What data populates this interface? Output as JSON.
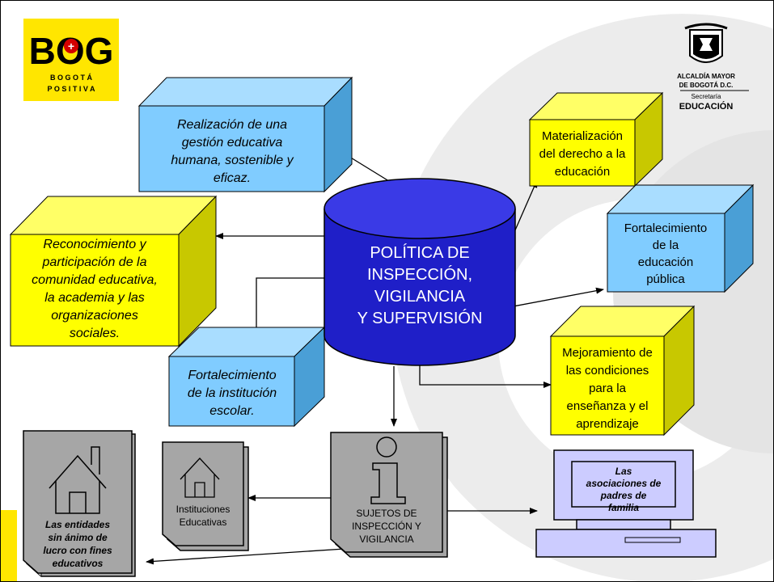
{
  "logo": {
    "mark": "BOG",
    "line1": "B O G O T Á",
    "line2": "P O S I T I V A"
  },
  "institution": {
    "name_line1": "ALCALDÍA MAYOR",
    "name_line2": "DE BOGOTÁ D.C.",
    "secretaria": "Secretaría",
    "educacion": "EDUCACIÓN"
  },
  "center": {
    "lines": [
      "POLÍTICA DE",
      "INSPECCIÓN,",
      "VIGILANCIA",
      "Y SUPERVISIÓN"
    ]
  },
  "boxes": {
    "gestion": [
      "Realización de una",
      "gestión educativa",
      "humana, sostenible y",
      "eficaz."
    ],
    "reconocimiento": [
      "Reconocimiento y",
      "participación de la",
      "comunidad educativa,",
      "la academia y las",
      "organizaciones",
      "sociales."
    ],
    "fortalecimiento_institucion": [
      "Fortalecimiento",
      "de la institución",
      "escolar."
    ],
    "materializacion": [
      "Materialización",
      "del derecho a la",
      "educación"
    ],
    "fortalecimiento_publica": [
      "Fortalecimiento",
      "de la",
      "educación",
      "pública"
    ],
    "mejoramiento": [
      "Mejoramiento de",
      "las condiciones",
      "para la",
      "enseñanza y el",
      "aprendizaje"
    ]
  },
  "bottom": {
    "entidades": [
      "Las entidades",
      "sin ánimo de",
      "lucro con fines",
      "educativos"
    ],
    "instituciones": [
      "Instituciones",
      "Educativas"
    ],
    "sujetos": [
      "SUJETOS DE",
      "INSPECCIÓN Y",
      "VIGILANCIA"
    ],
    "asociaciones": [
      "Las",
      "asociaciones de",
      "padres de",
      "familia"
    ]
  },
  "colors": {
    "cyan_front": "#80ccff",
    "cyan_side": "#4a9fd6",
    "yellow_front": "#ffff00",
    "yellow_side": "#c8c800",
    "cylinder": "#1f1fc8",
    "doc_gray": "#a6a6a6",
    "monitor": "#ccccff",
    "logo_yellow": "#ffe600"
  }
}
